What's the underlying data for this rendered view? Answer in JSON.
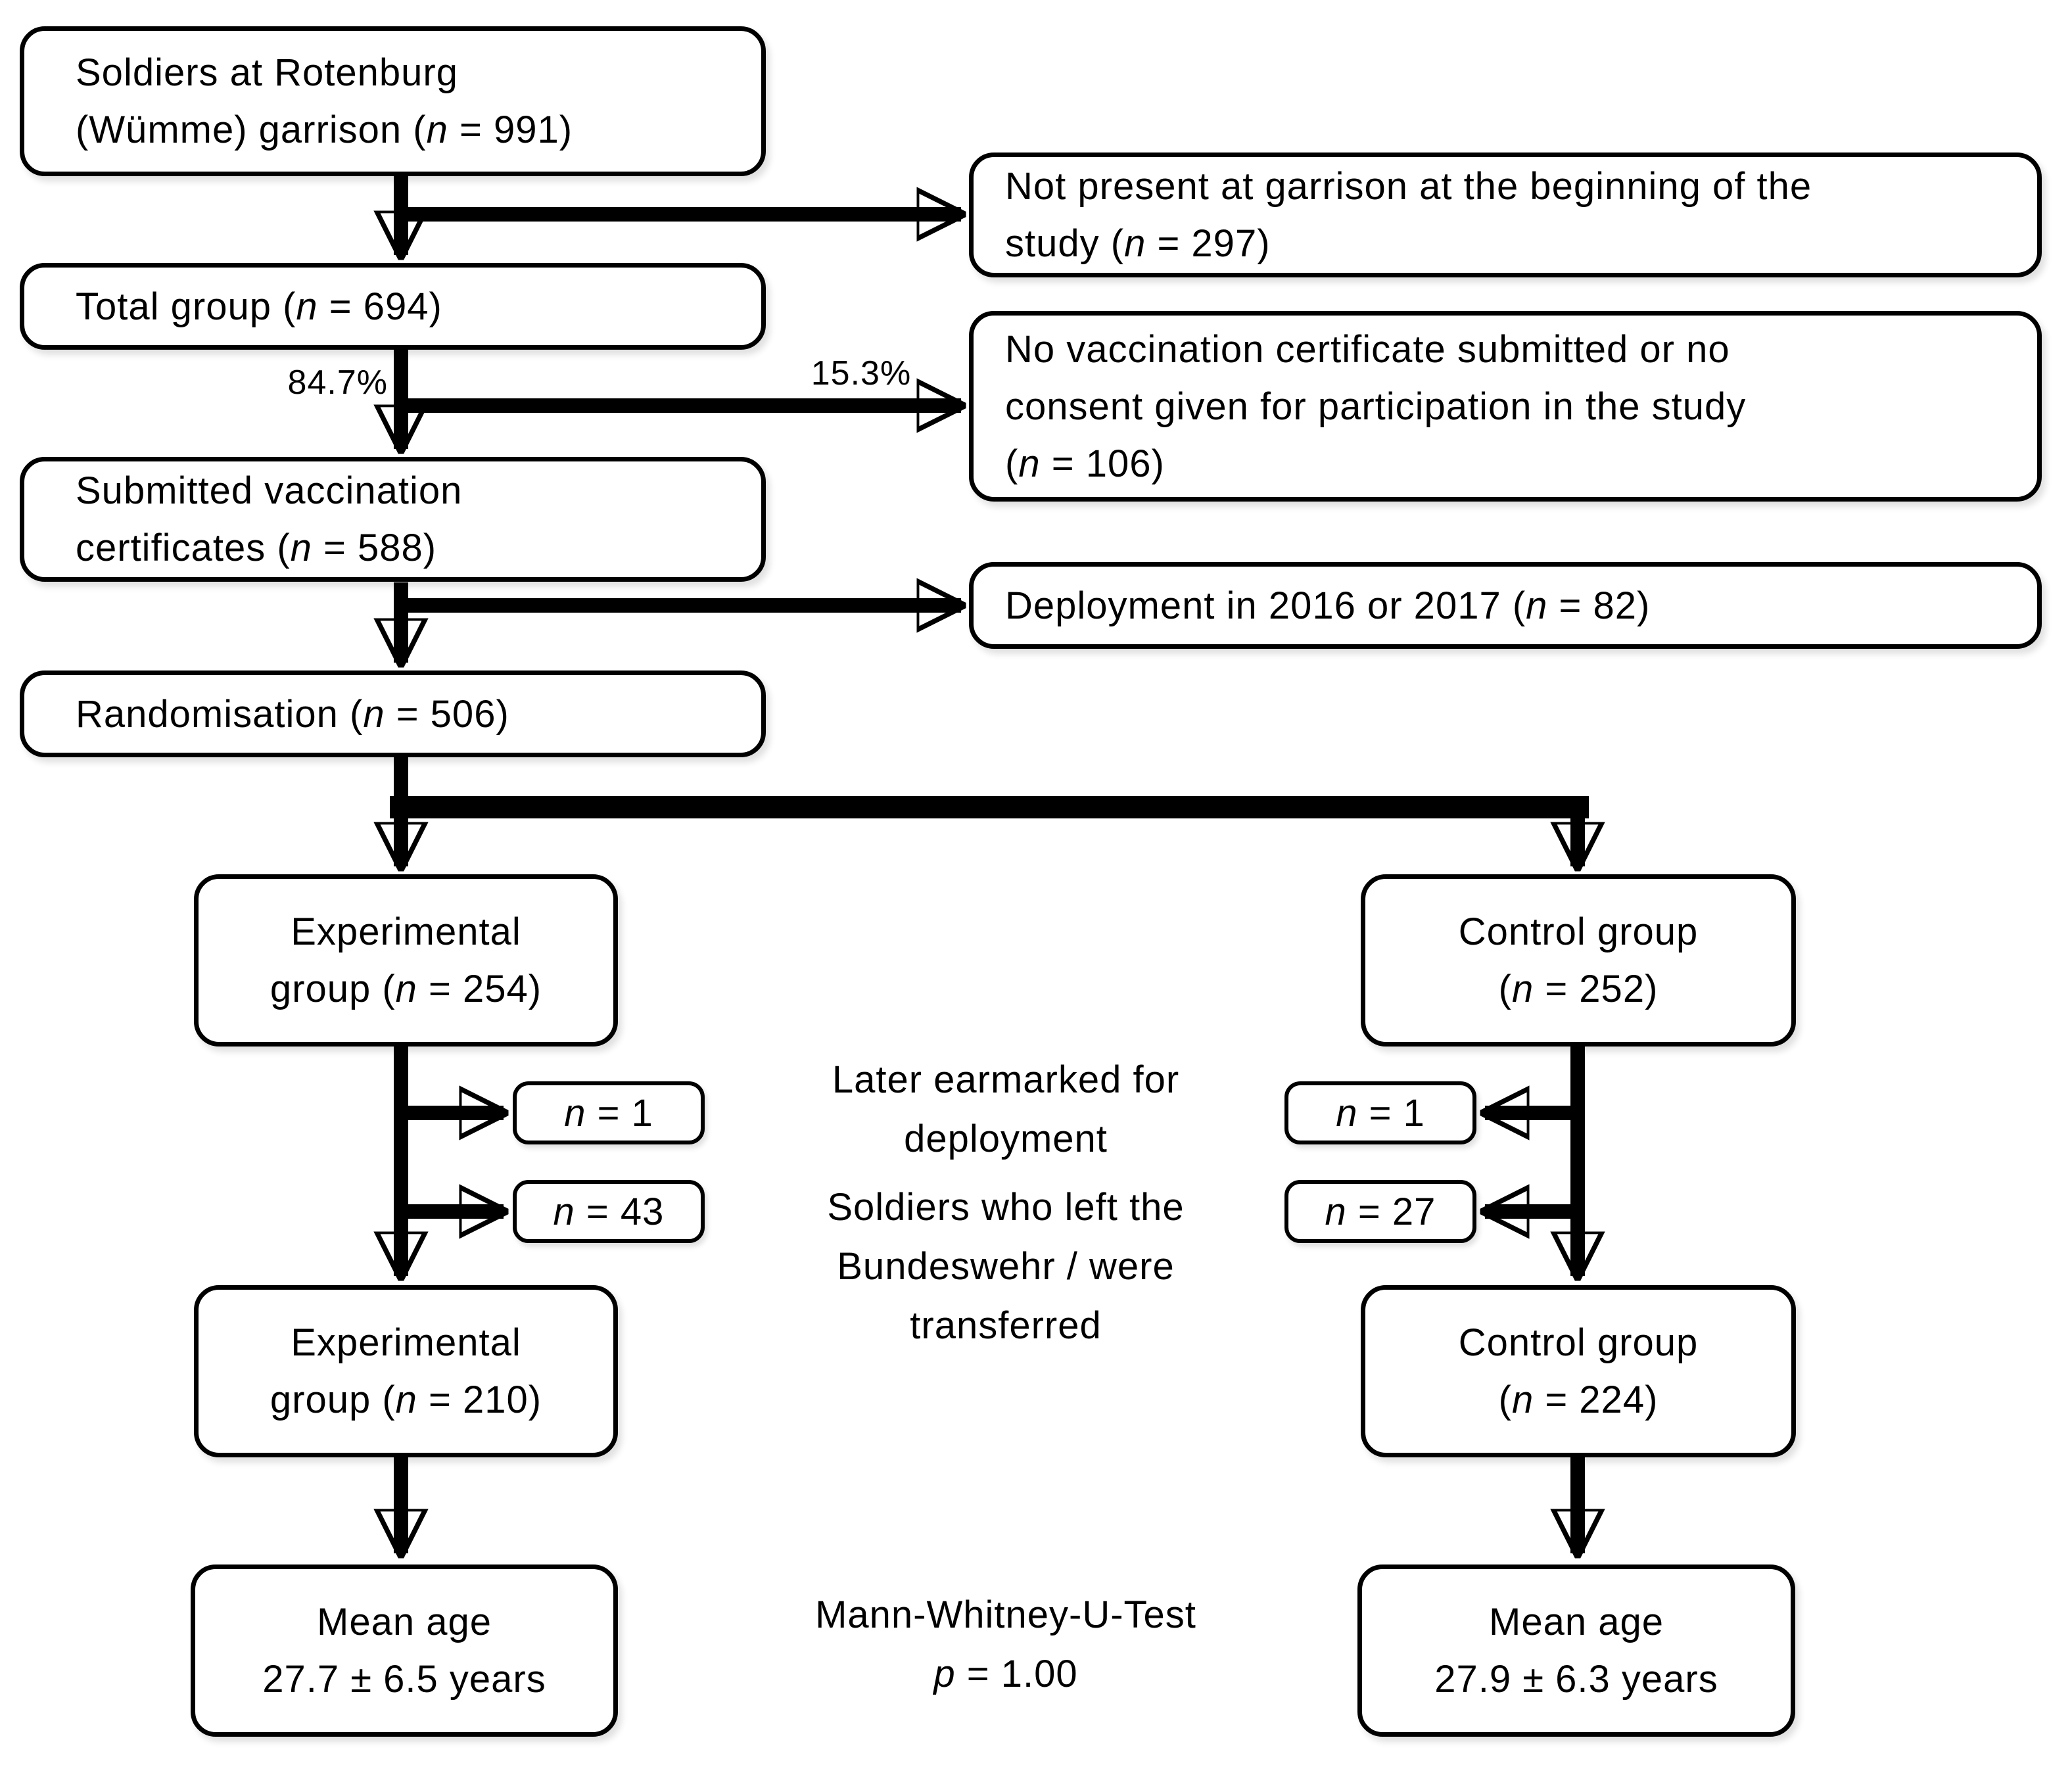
{
  "colors": {
    "line": "#000000",
    "box_border": "#000000",
    "box_fill": "#ffffff",
    "background": "#ffffff",
    "text": "#000000"
  },
  "flow": {
    "boxes": {
      "garrison": "Soldiers at Rotenburg\n(Wümme) garrison (n = 991)",
      "not_present": "Not present at garrison at the beginning of the\nstudy (n = 297)",
      "total_group": "Total group (n = 694)",
      "no_certificate": "No vaccination certificate submitted or no\nconsent given for participation in the study\n(n = 106)",
      "submitted_certificates": "Submitted vaccination\ncertificates (n = 588)",
      "deployment_2016_2017": "Deployment in 2016 or 2017 (n = 82)",
      "randomisation": "Randomisation (n = 506)",
      "experimental_initial": "Experimental\ngroup (n = 254)",
      "control_initial": "Control group\n(n = 252)",
      "experimental_excluded_earmarked": "n = 1",
      "experimental_excluded_left": "n = 43",
      "control_excluded_earmarked": "n = 1",
      "control_excluded_left": "n = 27",
      "experimental_final": "Experimental\ngroup (n = 210)",
      "control_final": "Control group\n(n = 224)",
      "experimental_mean_age": "Mean age\n27.7 ± 6.5 years",
      "control_mean_age": "Mean age\n27.9 ± 6.3 years"
    },
    "labels": {
      "percent_submitted": "84.7%",
      "percent_not_submitted": "15.3%",
      "note_earmarked": "Later earmarked for\ndeployment",
      "note_left_bundeswehr": "Soldiers who left the\nBundeswehr / were\ntransferred",
      "stats_test": "Mann-Whitney-U-Test\np = 1.00"
    }
  }
}
